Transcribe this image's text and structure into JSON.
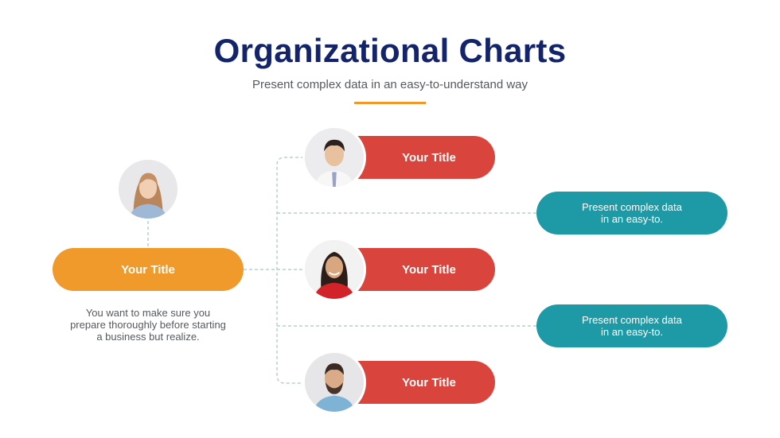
{
  "header": {
    "title": "Organizational Charts",
    "subtitle": "Present complex data in an easy-to-understand way"
  },
  "root": {
    "title": "Your Title",
    "description_lines": [
      "You want to make sure you",
      "prepare thoroughly before starting",
      "a business but realize."
    ]
  },
  "children": [
    {
      "title": "Your Title"
    },
    {
      "title": "Your Title"
    },
    {
      "title": "Your Title"
    }
  ],
  "notes": [
    {
      "lines": [
        "Present complex data",
        "in an easy-to."
      ]
    },
    {
      "lines": [
        "Present complex data",
        "in an easy-to."
      ]
    }
  ],
  "colors": {
    "title": "#14246b",
    "accent": "#ef9a2a",
    "root_pill": "#ef9a2a",
    "child_pill": "#d9443c",
    "note_pill": "#1d9aa5",
    "connector": "#b9cfcf"
  }
}
